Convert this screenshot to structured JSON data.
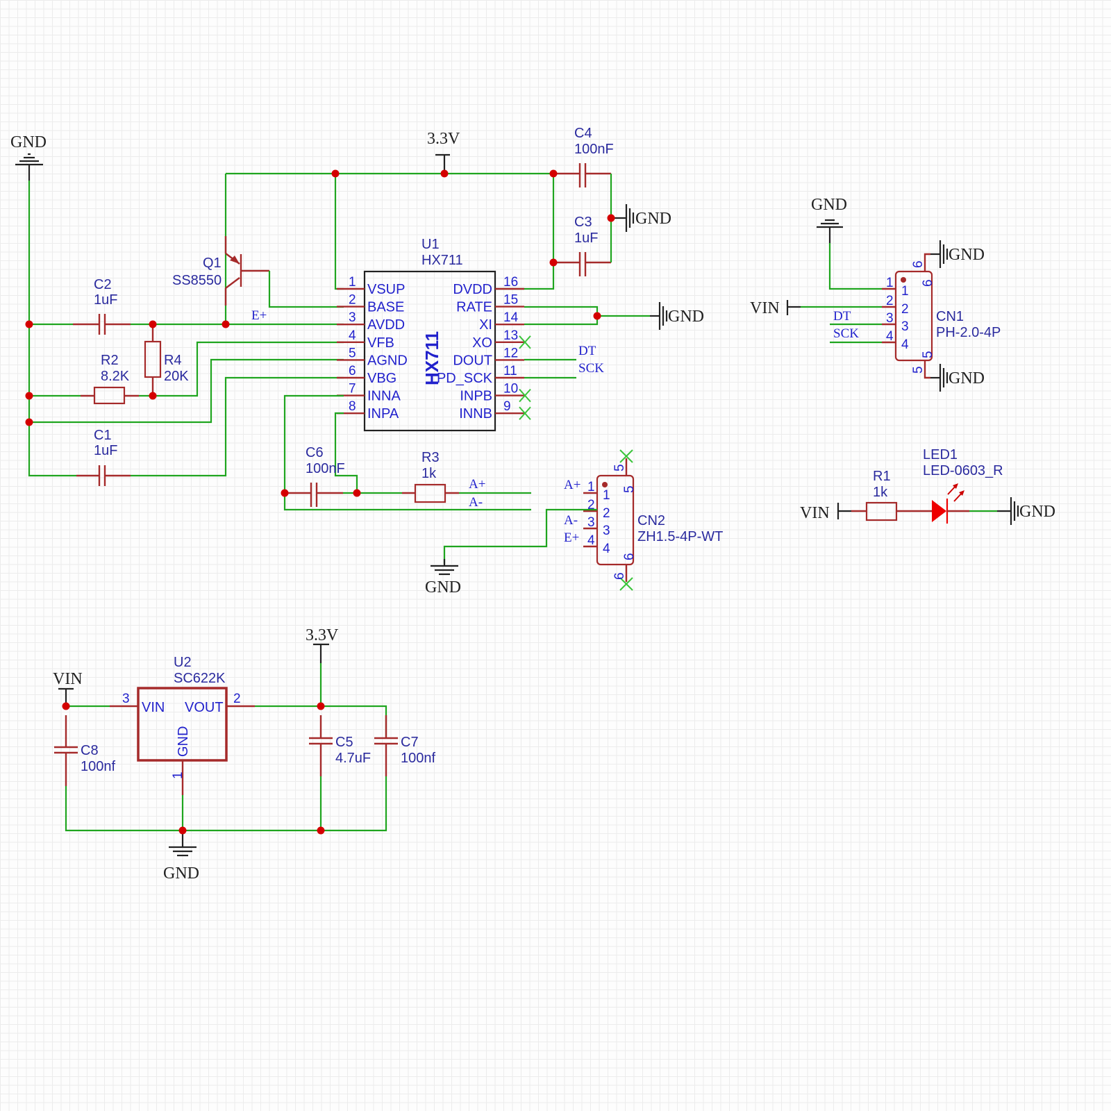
{
  "title": "HX711 Load Cell Amplifier Schematic",
  "power_labels": {
    "gnd": "GND",
    "v33": "3.3V",
    "vin": "VIN"
  },
  "u1": {
    "ref": "U1",
    "value": "HX711",
    "body_text": "HX711",
    "left_pins": [
      {
        "num": "1",
        "name": "VSUP"
      },
      {
        "num": "2",
        "name": "BASE"
      },
      {
        "num": "3",
        "name": "AVDD"
      },
      {
        "num": "4",
        "name": "VFB"
      },
      {
        "num": "5",
        "name": "AGND"
      },
      {
        "num": "6",
        "name": "VBG"
      },
      {
        "num": "7",
        "name": "INNA"
      },
      {
        "num": "8",
        "name": "INPA"
      }
    ],
    "right_pins": [
      {
        "num": "16",
        "name": "DVDD"
      },
      {
        "num": "15",
        "name": "RATE"
      },
      {
        "num": "14",
        "name": "XI"
      },
      {
        "num": "13",
        "name": "XO"
      },
      {
        "num": "12",
        "name": "DOUT"
      },
      {
        "num": "11",
        "name": "PD_SCK"
      },
      {
        "num": "10",
        "name": "INPB"
      },
      {
        "num": "9",
        "name": "INNB"
      }
    ]
  },
  "u2": {
    "ref": "U2",
    "value": "SC622K",
    "pins": [
      {
        "num": "3",
        "name": "VIN"
      },
      {
        "num": "2",
        "name": "VOUT"
      },
      {
        "num": "1",
        "name": "GND"
      }
    ]
  },
  "q1": {
    "ref": "Q1",
    "value": "SS8550"
  },
  "capacitors": [
    {
      "ref": "C1",
      "value": "1uF"
    },
    {
      "ref": "C2",
      "value": "1uF"
    },
    {
      "ref": "C3",
      "value": "1uF"
    },
    {
      "ref": "C4",
      "value": "100nF"
    },
    {
      "ref": "C5",
      "value": "4.7uF"
    },
    {
      "ref": "C6",
      "value": "100nF"
    },
    {
      "ref": "C7",
      "value": "100nf"
    },
    {
      "ref": "C8",
      "value": "100nf"
    }
  ],
  "resistors": [
    {
      "ref": "R1",
      "value": "1k"
    },
    {
      "ref": "R2",
      "value": "8.2K"
    },
    {
      "ref": "R3",
      "value": "1k"
    },
    {
      "ref": "R4",
      "value": "20K"
    }
  ],
  "led1": {
    "ref": "LED1",
    "value": "LED-0603_R"
  },
  "cn1": {
    "ref": "CN1",
    "value": "PH-2.0-4P",
    "pins": [
      "1",
      "2",
      "3",
      "4",
      "5",
      "6"
    ]
  },
  "cn2": {
    "ref": "CN2",
    "value": "ZH1.5-4P-WT",
    "pins": [
      "1",
      "2",
      "3",
      "4",
      "5",
      "6"
    ]
  },
  "net_labels": {
    "e_plus": "E+",
    "a_plus": "A+",
    "a_minus": "A-",
    "dt": "DT",
    "sck": "SCK"
  }
}
